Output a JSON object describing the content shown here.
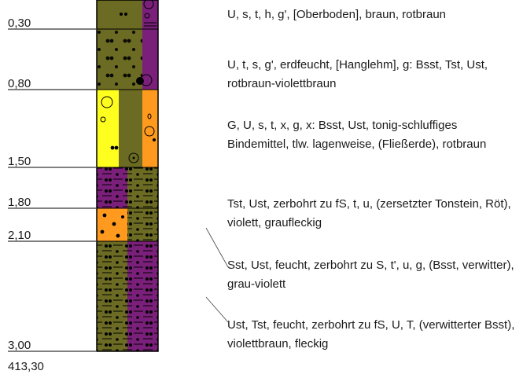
{
  "profile": {
    "colors": {
      "olive": "#6b6b23",
      "purple": "#7a1f7a",
      "orange": "#ff9a1f",
      "yellow": "#ffff1f",
      "line": "#000000"
    },
    "depth_labels": [
      "0,30",
      "0,80",
      "1,50",
      "1,80",
      "2,10",
      "3,00"
    ],
    "base_label": "413,30",
    "layers": [
      {
        "text": "U, s, t, h, g', [Oberboden], braun, rotbraun"
      },
      {
        "text": "U, t, s, g', erdfeucht, [Hanglehm], g: Bsst, Tst, Ust, rotbraun-violettbraun"
      },
      {
        "text": "G, U, s, t, x, g, x: Bsst, Ust, tonig-schluffiges Bindemittel, tlw. lagenweise, (Fließerde), rotbraun"
      },
      {
        "text": "Tst, Ust, zerbohrt zu fS, t, u, (zersetzter Tonstein, Röt), violett, graufleckig"
      },
      {
        "text": "Sst, Ust, feucht, zerbohrt zu S, t', u, g, (Bsst, verwitter), grau-violett"
      },
      {
        "text": "Ust, Tst, feucht, zerbohrt zu fS, U, T, (verwitterter Bsst), violettbraun, fleckig"
      }
    ]
  }
}
